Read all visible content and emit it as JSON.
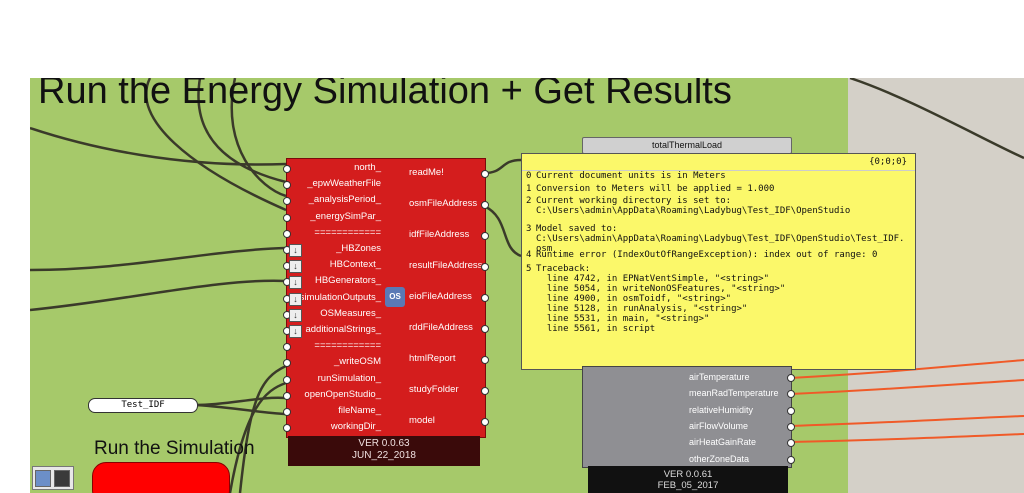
{
  "title": "Run the Energy Simulation + Get Results",
  "hb_component": {
    "inputs": [
      {
        "label": "north_",
        "icon": false
      },
      {
        "label": "_epwWeatherFile",
        "icon": false
      },
      {
        "label": "_analysisPeriod_",
        "icon": false
      },
      {
        "label": "_energySimPar_",
        "icon": false
      },
      {
        "label": "============",
        "icon": false
      },
      {
        "label": "_HBZones",
        "icon": true
      },
      {
        "label": "HBContext_",
        "icon": true
      },
      {
        "label": "HBGenerators_",
        "icon": true
      },
      {
        "label": "simulationOutputs_",
        "icon": true
      },
      {
        "label": "OSMeasures_",
        "icon": true
      },
      {
        "label": "additionalStrings_",
        "icon": true
      },
      {
        "label": "============",
        "icon": false
      },
      {
        "label": "_writeOSM",
        "icon": false
      },
      {
        "label": "runSimulation_",
        "icon": false
      },
      {
        "label": "openOpenStudio_",
        "icon": false
      },
      {
        "label": "fileName_",
        "icon": false
      },
      {
        "label": "workingDir_",
        "icon": false
      }
    ],
    "outputs": [
      "readMe!",
      "osmFileAddress",
      "idfFileAddress",
      "resultFileAddress",
      "eioFileAddress",
      "rddFileAddress",
      "htmlReport",
      "studyFolder",
      "model"
    ],
    "version": "VER 0.0.63",
    "date": "JUN_22_2018",
    "os_icon_text": "OS"
  },
  "panel": {
    "header": "{0;0;0}",
    "lines": [
      {
        "num": "0",
        "text": "Current document units is in Meters"
      },
      {
        "num": "1",
        "text": "Conversion to Meters will be applied = 1.000"
      },
      {
        "num": "2",
        "text": "Current working directory is set to:\nC:\\Users\\admin\\AppData\\Roaming\\Ladybug\\Test_IDF\\OpenStudio"
      },
      {
        "num": "3",
        "text": "Model saved to:\nC:\\Users\\admin\\AppData\\Roaming\\Ladybug\\Test_IDF\\OpenStudio\\Test_IDF.\nosm"
      },
      {
        "num": "4",
        "text": "Runtime error (IndexOutOfRangeException): index out of range: 0"
      },
      {
        "num": "5",
        "text": "Traceback:\n  line 4742, in EPNatVentSimple, \"<string>\"\n  line 5054, in writeNonOSFeatures, \"<string>\"\n  line 4900, in osmToidf, \"<string>\"\n  line 5128, in runAnalysis, \"<string>\"\n  line 5531, in main, \"<string>\"\n  line 5561, in script"
      }
    ]
  },
  "thermal_node": {
    "label": "totalThermalLoad"
  },
  "zone_node": {
    "outputs": [
      "airTemperature",
      "meanRadTemperature",
      "relativeHumidity",
      "airFlowVolume",
      "airHeatGainRate",
      "otherZoneData"
    ],
    "version": "VER 0.0.61",
    "date": "FEB_05_2017"
  },
  "test_idf": {
    "value": "Test_IDF"
  },
  "run_section": {
    "label": "Run the Simulation"
  },
  "colors": {
    "group_green": "#a6c96a",
    "component_red": "#d41d1d",
    "panel_yellow": "#fbf86a",
    "wire_orange": "#f05a28"
  }
}
